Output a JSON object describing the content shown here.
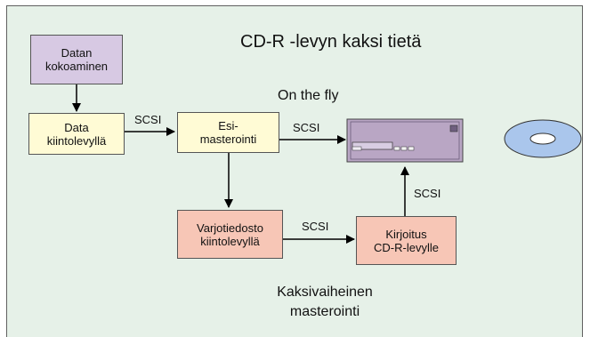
{
  "title": "CD-R -levyn kaksi tietä",
  "labels": {
    "on_the_fly": "On the fly",
    "two_phase_line1": "Kaksivaiheinen",
    "two_phase_line2": "masterointi",
    "scsi": "SCSI"
  },
  "boxes": {
    "data_collect": {
      "line1": "Datan",
      "line2": "kokoaminen"
    },
    "data_disk": {
      "line1": "Data",
      "line2": "kiintolevyllä"
    },
    "premaster": {
      "line1": "Esi-",
      "line2": "masterointi"
    },
    "shadow_file": {
      "line1": "Varjotiedosto",
      "line2": "kiintolevyllä"
    },
    "write": {
      "line1": "Kirjoitus",
      "line2": "CD-R-levylle"
    }
  },
  "colors": {
    "background": "#e6f1e8",
    "purple_box": "#d7c9e3",
    "yellow_box": "#fffbd5",
    "salmon_box": "#f7c6b6",
    "drive": "#b9a6c4",
    "disc": "#aac6ec"
  },
  "icons": [
    "cd-writer-drive-icon",
    "cd-disc-icon"
  ]
}
